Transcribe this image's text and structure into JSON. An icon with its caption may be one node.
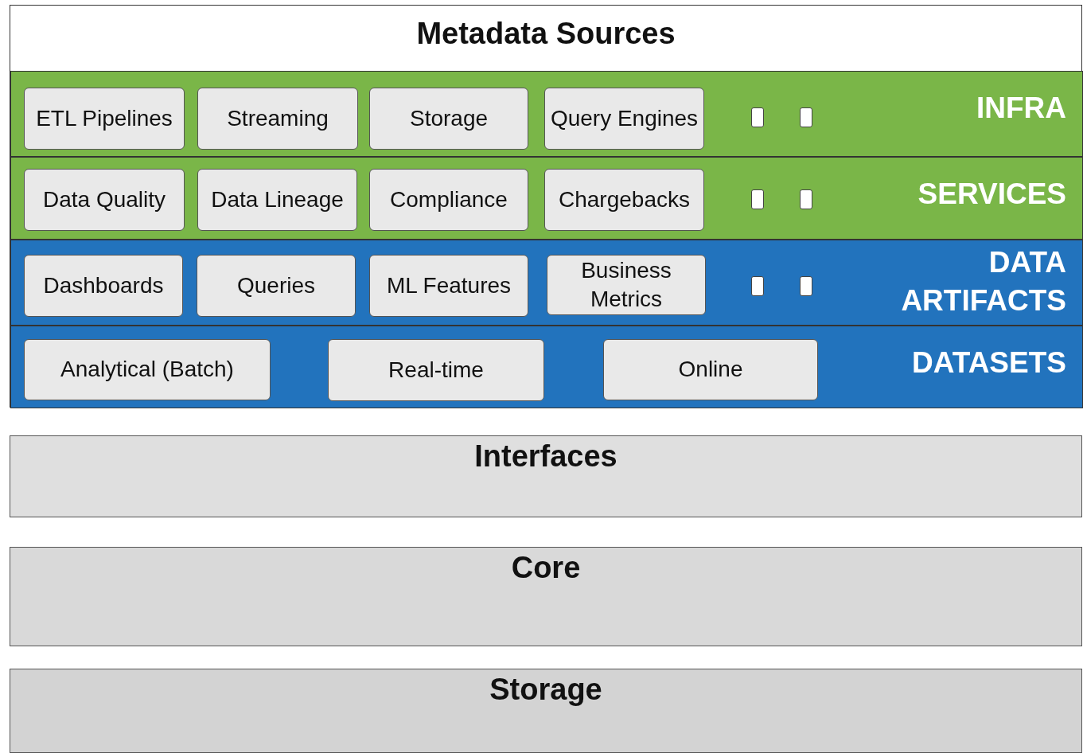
{
  "diagram": {
    "nodes": [
      {
        "text": [
          "Metadata Sources"
        ]
      },
      {
        "text": [
          "INFRA"
        ],
        "in": 0
      },
      {
        "text": [
          "ETL Pipelines"
        ],
        "in": 1
      },
      {
        "text": [
          "Streaming"
        ],
        "in": 1
      },
      {
        "text": [
          "Storage"
        ],
        "in": 1
      },
      {
        "text": [
          "Query Engines"
        ],
        "in": 1
      },
      {
        "text": [],
        "shape": "box",
        "in": 1
      },
      {
        "text": [],
        "shape": "box",
        "in": 1
      },
      {
        "text": [
          "SERVICES"
        ],
        "in": 0
      },
      {
        "text": [
          "Data Quality"
        ],
        "in": 8
      },
      {
        "text": [
          "Data Lineage"
        ],
        "in": 8
      },
      {
        "text": [
          "Compliance"
        ],
        "in": 8
      },
      {
        "text": [
          "Chargebacks"
        ],
        "in": 8
      },
      {
        "text": [],
        "shape": "box",
        "in": 8
      },
      {
        "text": [],
        "shape": "box",
        "in": 8
      },
      {
        "text": [
          "DATA ARTIFACTS"
        ],
        "in": 0
      },
      {
        "text": [
          "Dashboards"
        ],
        "in": 15
      },
      {
        "text": [
          "Queries"
        ],
        "in": 15
      },
      {
        "text": [
          "ML Features"
        ],
        "in": 15
      },
      {
        "text": [
          "Business Metrics"
        ],
        "in": 15
      },
      {
        "text": [],
        "shape": "box",
        "in": 15
      },
      {
        "text": [],
        "shape": "box",
        "in": 15
      },
      {
        "text": [
          "DATASETS"
        ],
        "in": 0
      },
      {
        "text": [
          "Analytical (Batch)"
        ],
        "in": 22
      },
      {
        "text": [
          "Real-time"
        ],
        "in": 22
      },
      {
        "text": [
          "Online"
        ],
        "in": 22
      },
      {
        "text": [
          "Interfaces"
        ]
      },
      {
        "text": [
          "Core"
        ]
      },
      {
        "text": [
          "Storage"
        ]
      }
    ],
    "edges": []
  }
}
